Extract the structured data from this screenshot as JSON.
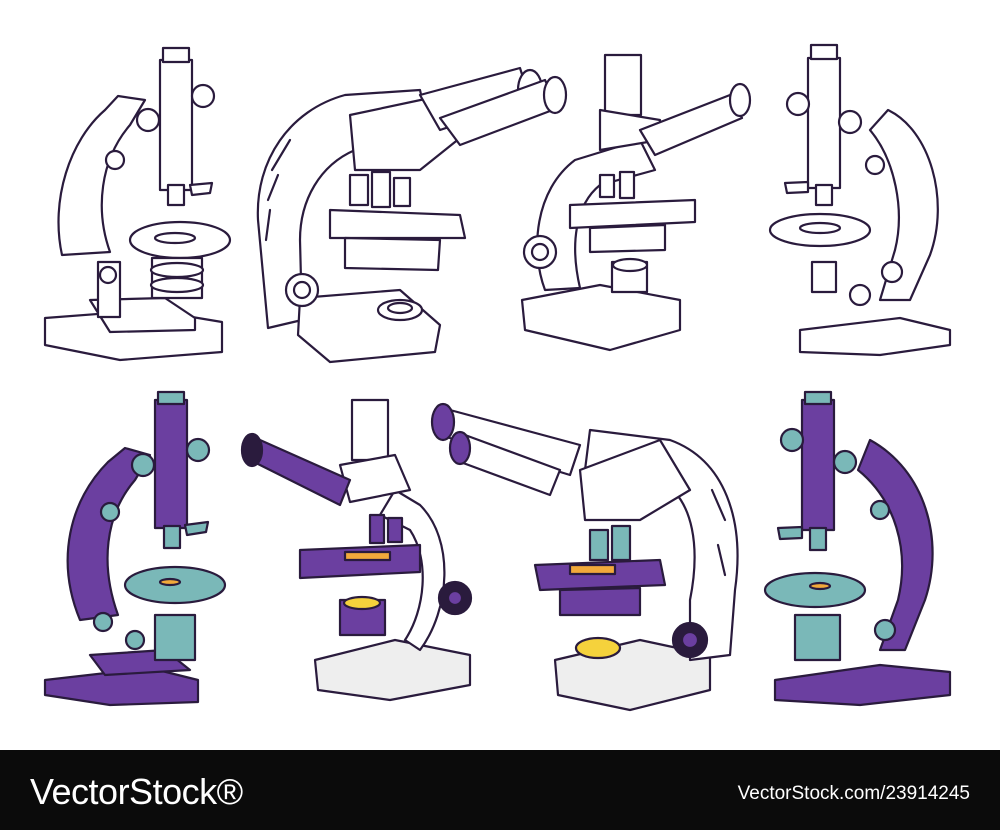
{
  "watermark": {
    "brand": "VectorStock®",
    "stock_id": "VectorStock.com/23914245"
  },
  "illustration": {
    "subject": "microscope",
    "count": 8,
    "rows": 2,
    "top_row_style": "outline",
    "bottom_row_style": "colored"
  },
  "colors": {
    "ink": "#2a1b3d",
    "purple": "#6b3fa0",
    "teal": "#7ab8b8",
    "white_fill": "#ffffff",
    "light_gray": "#eeeeee",
    "accent_orange": "#f2a93b",
    "accent_yellow": "#f5d23c",
    "footer_bg": "#0b0b0b",
    "footer_text": "#ffffff"
  }
}
